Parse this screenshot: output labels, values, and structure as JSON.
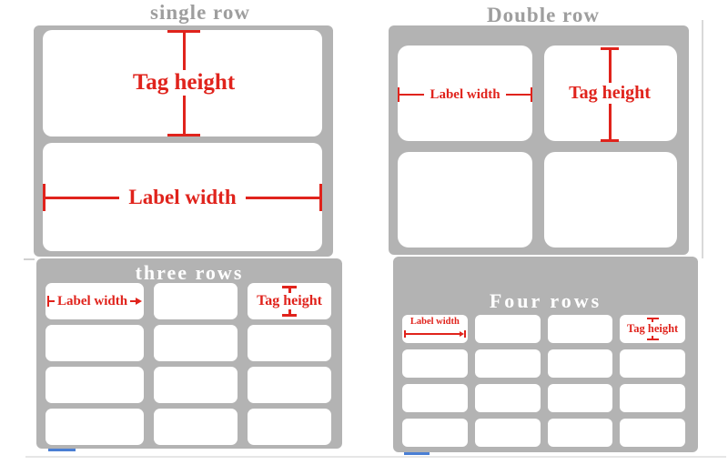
{
  "colors": {
    "panel_gray": "#b3b3b3",
    "title_gray": "#9e9e9e",
    "dimension_red": "#e0231c",
    "cell_white": "#ffffff",
    "underline_blue": "#4a7fd4"
  },
  "panels": {
    "single_row": {
      "title": "single row",
      "tag_height_label": "Tag height",
      "label_width_label": "Label width",
      "rows": 2,
      "cols": 1
    },
    "double_row": {
      "title": "Double row",
      "tag_height_label": "Tag height",
      "label_width_label": "Label width",
      "rows": 2,
      "cols": 2
    },
    "three_rows": {
      "title": "three rows",
      "tag_height_label": "Tag height",
      "label_width_label": "Label width",
      "rows": 4,
      "cols": 3
    },
    "four_rows": {
      "title": "Four rows",
      "tag_height_label": "Tag height",
      "label_width_label": "Label width",
      "rows": 4,
      "cols": 4
    }
  }
}
